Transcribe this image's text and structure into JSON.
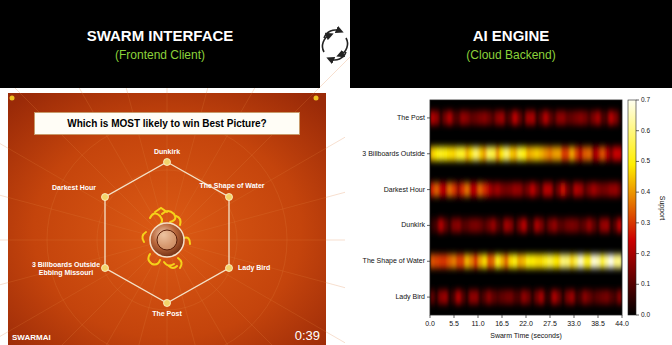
{
  "diagram": {
    "nodes": [
      {
        "text": [
          "SWARM INTERFACE",
          "(Frontend Client)"
        ]
      },
      {
        "text": [
          "AI ENGINE",
          "(Cloud Backend)"
        ]
      },
      {
        "text": [
          "Which is MOST likely to win Best Picture?"
        ]
      }
    ],
    "labels": [
      "Dunkirk",
      "The Shape of Water",
      "Lady Bird",
      "The Post",
      "3 Billboards Outside Ebbing Missouri",
      "Darkest Hour",
      "SWARMAI",
      "0:39",
      "The Post",
      "3 Billboards Outside",
      "Darkest Hour",
      "Dunkirk",
      "The Shape of Water",
      "Lady Bird",
      "0.0",
      "5.5",
      "11.0",
      "16.5",
      "22.0",
      "27.5",
      "33.0",
      "38.5",
      "44.0",
      "Swarm Time (seconds)",
      "0.0",
      "0.1",
      "0.2",
      "0.3",
      "0.4",
      "0.5",
      "0.6",
      "0.7",
      "Support"
    ]
  }
}
